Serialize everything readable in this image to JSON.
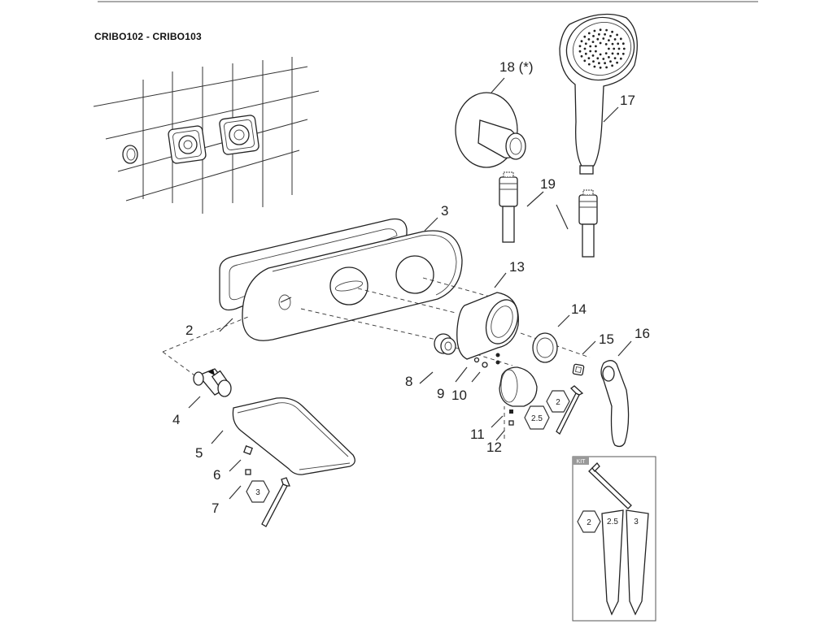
{
  "title": "CRIBO102 - CRIBO103",
  "kit_label": "KIT",
  "part_labels": {
    "p2": "2",
    "p3": "3",
    "p4": "4",
    "p5": "5",
    "p6": "6",
    "p7": "7",
    "p8": "8",
    "p9": "9",
    "p10": "10",
    "p11": "11",
    "p12": "12",
    "p13": "13",
    "p14": "14",
    "p15": "15",
    "p16": "16",
    "p17": "17",
    "p18": "18 (*)",
    "p19": "19"
  },
  "hex_keys": {
    "key_3_main": "3",
    "key_2_main": "2",
    "key_25_main": "2.5",
    "kit_2": "2",
    "kit_25": "2.5",
    "kit_3": "3"
  }
}
